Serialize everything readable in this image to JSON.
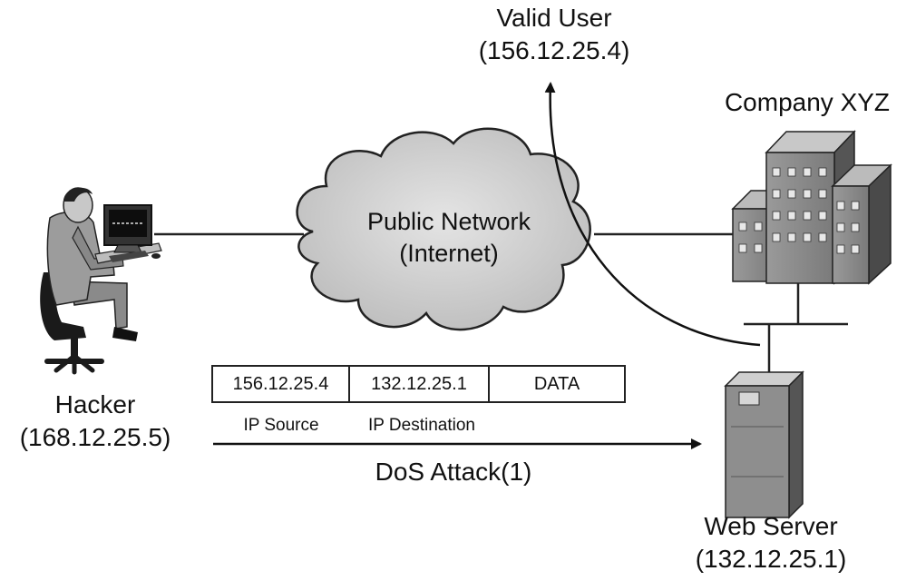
{
  "valid_user": {
    "name": "Valid User",
    "ip": "(156.12.25.4)"
  },
  "company": {
    "name": "Company XYZ"
  },
  "network": {
    "line1": "Public Network",
    "line2": "(Internet)"
  },
  "hacker": {
    "name": "Hacker",
    "ip": "(168.12.25.5)"
  },
  "web_server": {
    "name": "Web Server",
    "ip": "(132.12.25.1)"
  },
  "packet": {
    "source_ip": "156.12.25.4",
    "dest_ip": "132.12.25.1",
    "data": "DATA",
    "source_label": "IP Source",
    "dest_label": "IP Destination"
  },
  "attack": {
    "label": "DoS Attack(1)"
  },
  "icons": [
    "hacker-workstation-icon",
    "cloud-icon",
    "office-building-icon",
    "server-tower-icon"
  ]
}
